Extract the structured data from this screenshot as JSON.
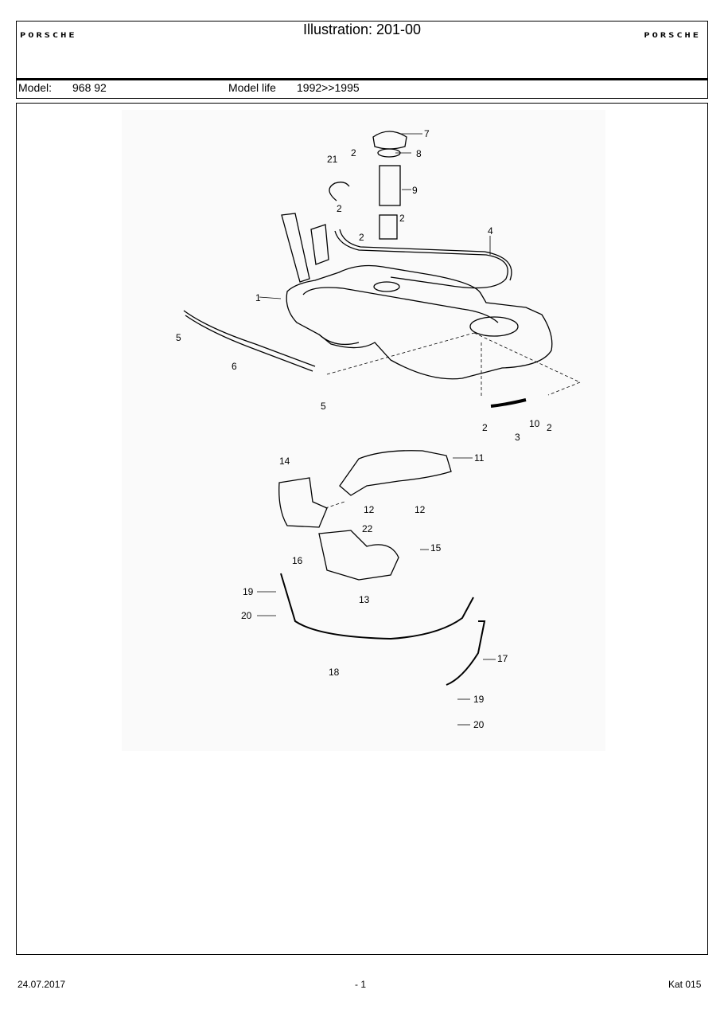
{
  "header": {
    "brand_left": "PORSCHE",
    "brand_right": "PORSCHE",
    "title": "Illustration: 201-00"
  },
  "model_info": {
    "model_label": "Model:",
    "model_value": "968 92",
    "life_label": "Model life",
    "life_value": "1992>>1995"
  },
  "diagram": {
    "callouts": {
      "c1": "1",
      "c2a": "2",
      "c2b": "2",
      "c2c": "2",
      "c2d": "2",
      "c2e": "2",
      "c2f": "2",
      "c3": "3",
      "c4": "4",
      "c5a": "5",
      "c5b": "5",
      "c6": "6",
      "c7": "7",
      "c8": "8",
      "c9": "9",
      "c10": "10",
      "c11": "11",
      "c12a": "12",
      "c12b": "12",
      "c13": "13",
      "c14": "14",
      "c15": "15",
      "c16": "16",
      "c17": "17",
      "c18": "18",
      "c19a": "19",
      "c19b": "19",
      "c20a": "20",
      "c20b": "20",
      "c21": "21",
      "c22": "22"
    }
  },
  "footer": {
    "date": "24.07.2017",
    "page": "- 1",
    "catalog": "Kat 015"
  }
}
